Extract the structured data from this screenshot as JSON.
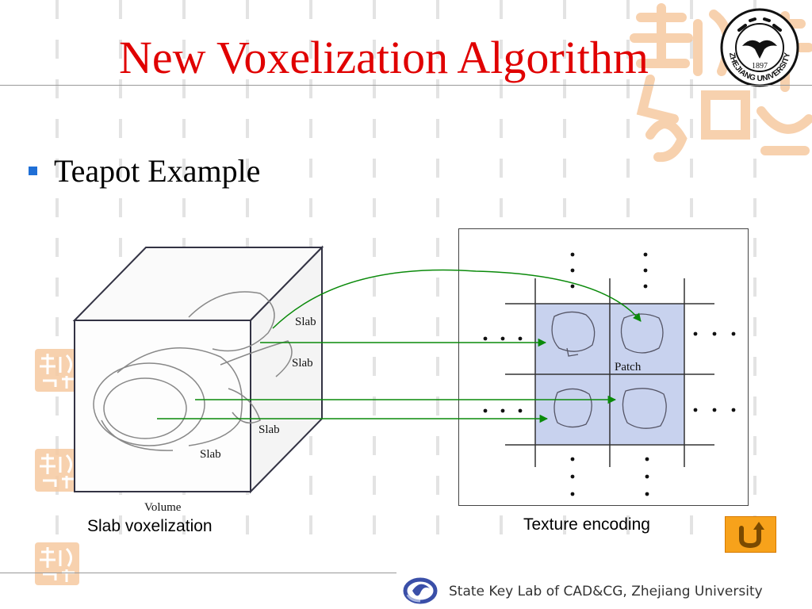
{
  "slide": {
    "title": "New Voxelization Algorithm",
    "bullet": "Teapot Example"
  },
  "figure_left": {
    "slab_labels": [
      "Slab",
      "Slab",
      "Slab",
      "Slab"
    ],
    "volume_label": "Volume",
    "caption": "Slab voxelization"
  },
  "figure_right": {
    "patch_label": "Patch",
    "caption": "Texture encoding"
  },
  "university_logo": {
    "year": "1897",
    "name": "ZHEJIANG UNIVERSITY"
  },
  "footer": {
    "lab_name": "State Key Lab of CAD&CG, Zhejiang University"
  },
  "colors": {
    "title": "#e00000",
    "bullet": "#1f6fd6",
    "arrow": "#0a8a0a",
    "patch_fill": "#c8d2ee",
    "return_button": "#f7a21b",
    "seal": "#f6c9a0"
  },
  "icons": {
    "return_button": "return-arrow-icon",
    "footer_logo": "cadcg-swirl-icon"
  }
}
